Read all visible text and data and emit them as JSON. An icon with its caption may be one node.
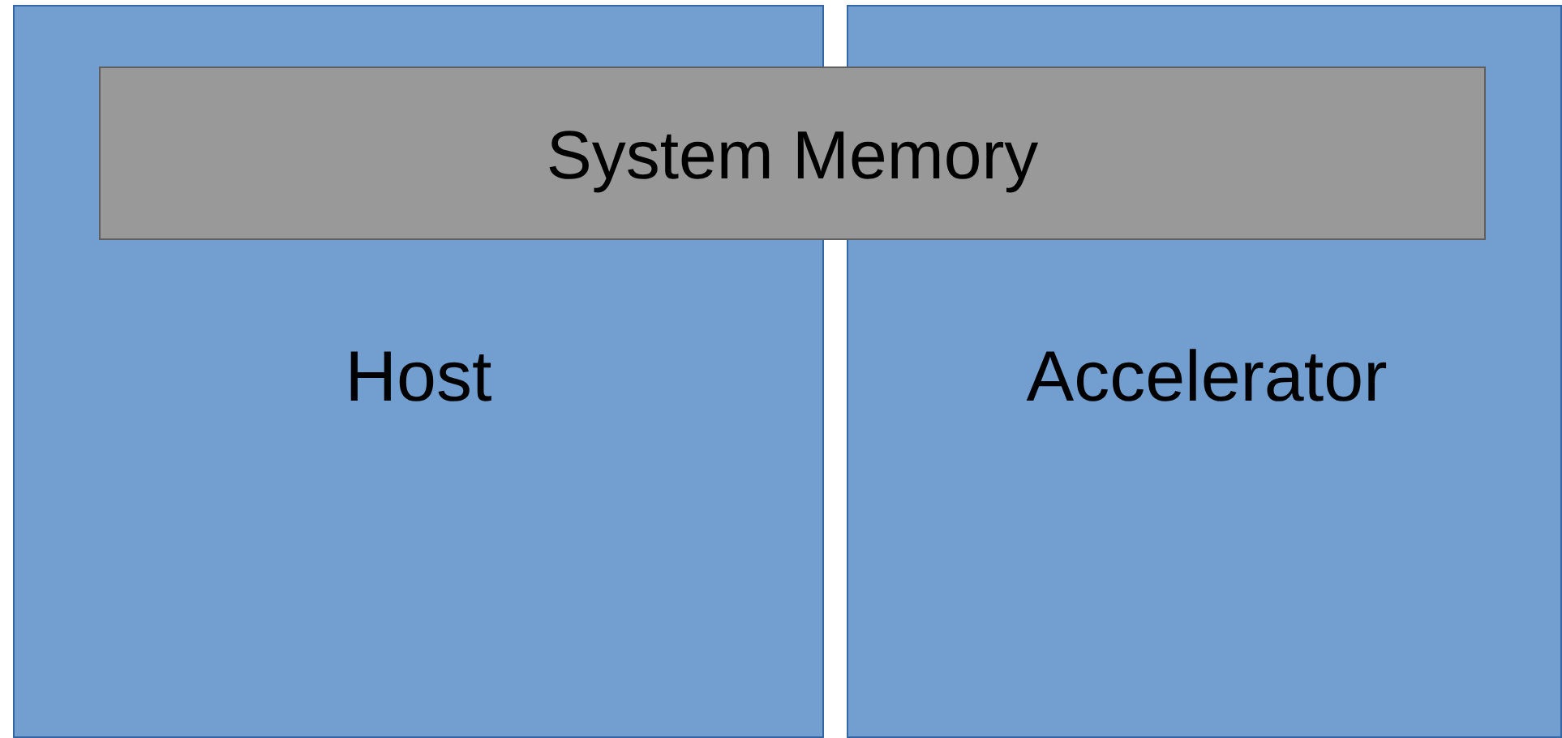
{
  "diagram": {
    "nodes": [
      {
        "text": [
          "System Memory"
        ]
      },
      {
        "text": [
          "Host"
        ]
      },
      {
        "text": [
          "Accelerator"
        ]
      }
    ]
  }
}
